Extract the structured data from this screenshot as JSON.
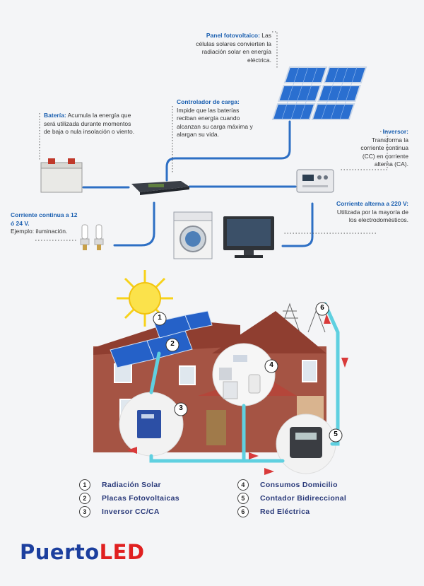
{
  "components": {
    "panel": {
      "title": "Panel fotovoltaico:",
      "text": "Las células solares convierten la radiación solar en energía eléctrica."
    },
    "controller": {
      "title": "Controlador de carga:",
      "text": "Impide que las baterías reciban energía cuando alcanzan su carga máxima y alargan su vida."
    },
    "battery": {
      "title": "Batería:",
      "text": "Acumula la energía que será utilizada durante momentos de baja o nula insolación o viento."
    },
    "inverter": {
      "title": "Inversor:",
      "text": "Transforma la corriente continua (CC) en corriente alterna (CA)."
    },
    "dc": {
      "title": "Corriente continua a 12 ó 24 V.",
      "text": "Ejemplo: iluminación."
    },
    "ac": {
      "title": "Corriente alterna a 220 V:",
      "text": "Utilizada por la mayoría de los electrodomésticos."
    }
  },
  "house_markers": [
    "1",
    "2",
    "3",
    "4",
    "5",
    "6"
  ],
  "legend": [
    {
      "num": "1",
      "label": "Radiación Solar"
    },
    {
      "num": "2",
      "label": "Placas Fotovoltaicas"
    },
    {
      "num": "3",
      "label": "Inversor CC/CA"
    },
    {
      "num": "4",
      "label": "Consumos Domicilio"
    },
    {
      "num": "5",
      "label": "Contador Bidireccional"
    },
    {
      "num": "6",
      "label": "Red Eléctrica"
    }
  ],
  "logo": {
    "part1": "Puerto",
    "part2": "LED"
  },
  "colors": {
    "accent": "#1a5fb0",
    "wire": "#2d6fc4",
    "cable": "#5fd0e0",
    "logo_blue": "#1c3f9e",
    "logo_red": "#e02020",
    "brick": "#9a4a3a"
  },
  "icons": [
    "solar-panel-icon",
    "charge-controller-icon",
    "battery-icon",
    "inverter-icon",
    "bulb-icon",
    "washing-machine-icon",
    "tv-icon",
    "sun-icon",
    "meter-icon",
    "power-tower-icon"
  ]
}
